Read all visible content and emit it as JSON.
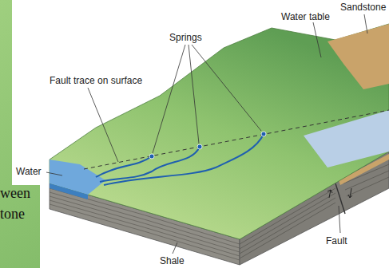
{
  "diagram": {
    "labels": [
      "Sandstone",
      "Water table",
      "Springs",
      "Fault trace on surface",
      "Water",
      "ween",
      "tone",
      "Fault",
      "Shale"
    ]
  }
}
